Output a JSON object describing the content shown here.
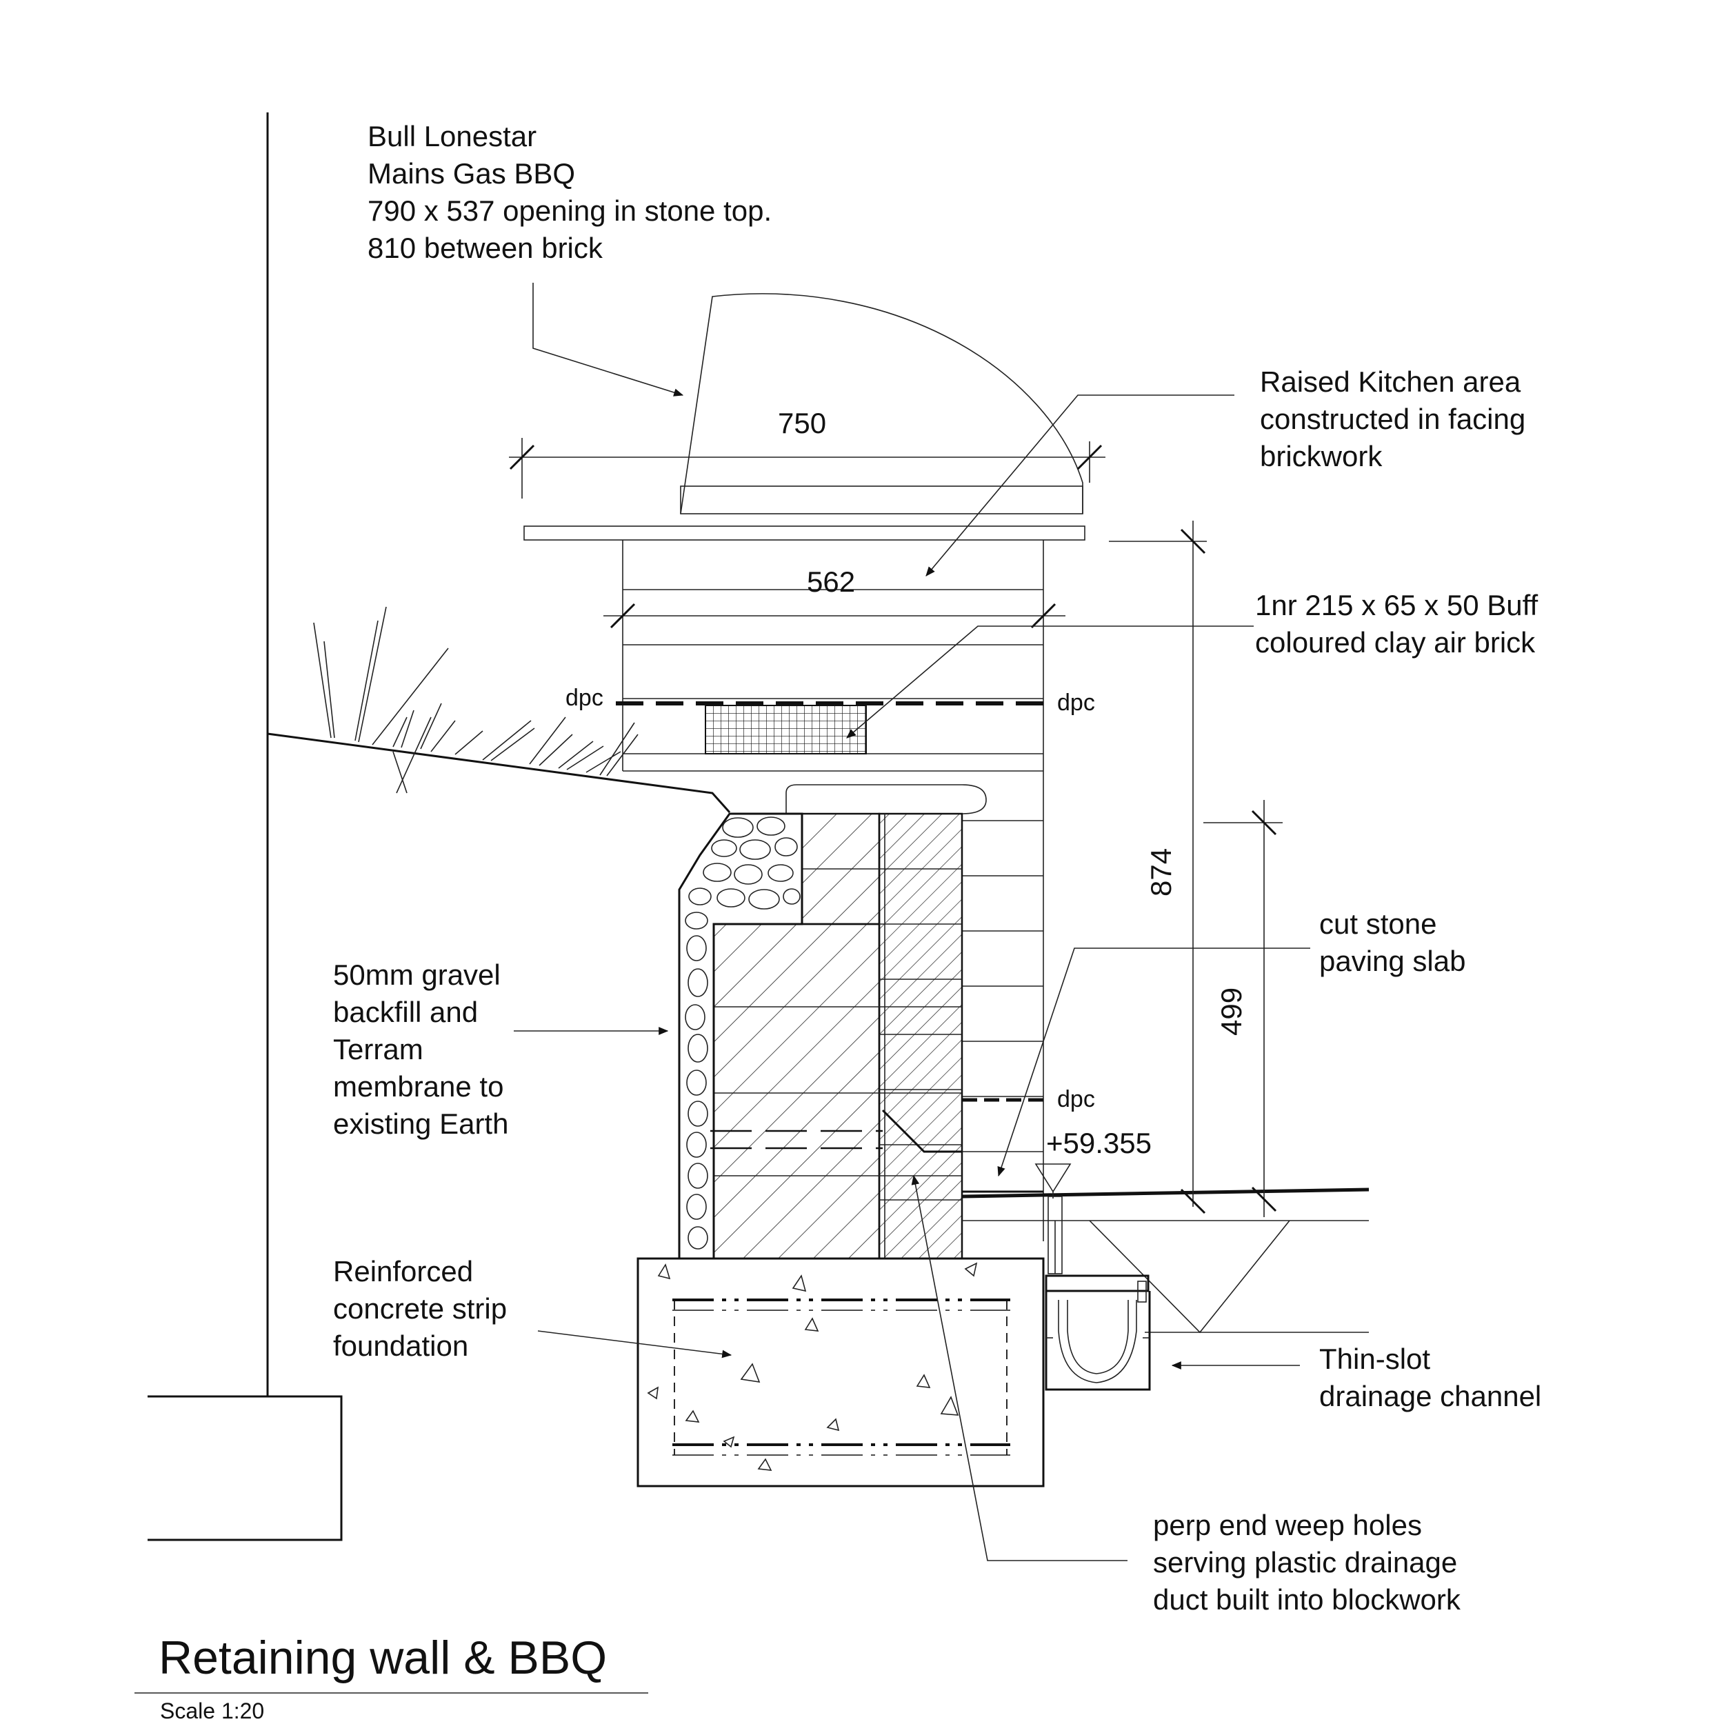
{
  "title": "Retaining wall & BBQ",
  "scale": "Scale 1:20",
  "notes": {
    "bbq": [
      "Bull Lonestar",
      "Mains Gas BBQ",
      "790 x 537 opening in stone top.",
      "810 between brick"
    ],
    "kitchen": [
      "Raised Kitchen area",
      "constructed in facing",
      "brickwork"
    ],
    "air_brick": [
      "1nr 215 x 65 x 50 Buff",
      "coloured clay air brick"
    ],
    "paving": [
      "cut stone",
      "paving slab"
    ],
    "gravel": [
      "50mm gravel",
      "backfill and",
      "Terram",
      "membrane to",
      "existing Earth"
    ],
    "foundation": [
      "Reinforced",
      "concrete strip",
      "foundation"
    ],
    "channel": [
      "Thin-slot",
      "drainage channel"
    ],
    "weep": [
      "perp end weep holes",
      "serving plastic drainage",
      "duct built into blockwork"
    ]
  },
  "dimensions": {
    "bbq_width": "750",
    "wall_width": "562",
    "height_total": "874",
    "height_step": "499"
  },
  "labels": {
    "dpc_left": "dpc",
    "dpc_right": "dpc",
    "dpc_lower": "dpc",
    "level": "+59.355"
  }
}
